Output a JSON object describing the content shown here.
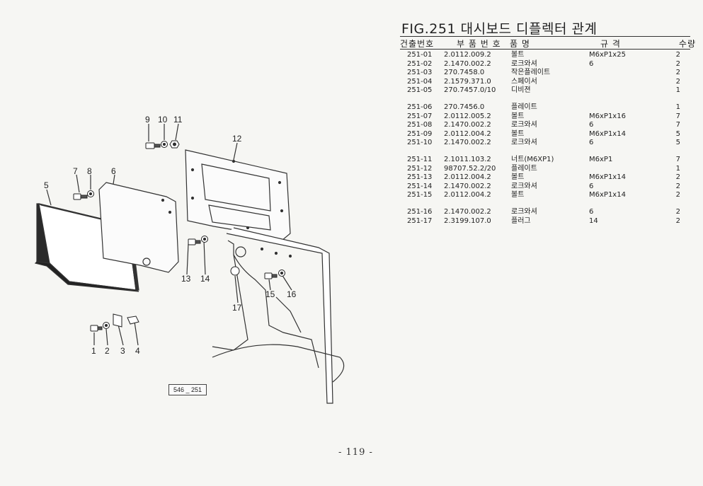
{
  "figure": {
    "title": "FIG.251 대시보드 디플렉터 관계",
    "drawing_code": "546 _ 251",
    "page_number": "- 119 -"
  },
  "table": {
    "headers": {
      "no": "건출번호",
      "part_no": "부 품 번 호",
      "name": "품      명",
      "spec": "규      격",
      "qty": "수량"
    },
    "groups": [
      [
        {
          "no": "251-01",
          "part_no": "2.0112.009.2",
          "name": "볼트",
          "spec": "M6xP1x25",
          "qty": "2"
        },
        {
          "no": "251-02",
          "part_no": "2.1470.002.2",
          "name": "로크와셔",
          "spec": "6",
          "qty": "2"
        },
        {
          "no": "251-03",
          "part_no": "270.7458.0",
          "name": "작은플레이트",
          "spec": "",
          "qty": "2"
        },
        {
          "no": "251-04",
          "part_no": "2.1579.371.0",
          "name": "스페이서",
          "spec": "",
          "qty": "2"
        },
        {
          "no": "251-05",
          "part_no": "270.7457.0/10",
          "name": "디비젼",
          "spec": "",
          "qty": "1"
        }
      ],
      [
        {
          "no": "251-06",
          "part_no": "270.7456.0",
          "name": "플레이트",
          "spec": "",
          "qty": "1"
        },
        {
          "no": "251-07",
          "part_no": "2.0112.005.2",
          "name": "볼트",
          "spec": "M6xP1x16",
          "qty": "7"
        },
        {
          "no": "251-08",
          "part_no": "2.1470.002.2",
          "name": "로크와셔",
          "spec": "6",
          "qty": "7"
        },
        {
          "no": "251-09",
          "part_no": "2.0112.004.2",
          "name": "볼트",
          "spec": "M6xP1x14",
          "qty": "5"
        },
        {
          "no": "251-10",
          "part_no": "2.1470.002.2",
          "name": "로크와셔",
          "spec": "6",
          "qty": "5"
        }
      ],
      [
        {
          "no": "251-11",
          "part_no": "2.1011.103.2",
          "name": "너트(M6XP1)",
          "spec": "M6xP1",
          "qty": "7"
        },
        {
          "no": "251-12",
          "part_no": "98707.52.2/20",
          "name": "플레이트",
          "spec": "",
          "qty": "1"
        },
        {
          "no": "251-13",
          "part_no": "2.0112.004.2",
          "name": "볼트",
          "spec": "M6xP1x14",
          "qty": "2"
        },
        {
          "no": "251-14",
          "part_no": "2.1470.002.2",
          "name": "로크와셔",
          "spec": "6",
          "qty": "2"
        },
        {
          "no": "251-15",
          "part_no": "2.0112.004.2",
          "name": "볼트",
          "spec": "M6xP1x14",
          "qty": "2"
        }
      ],
      [
        {
          "no": "251-16",
          "part_no": "2.1470.002.2",
          "name": "로크와셔",
          "spec": "6",
          "qty": "2"
        },
        {
          "no": "251-17",
          "part_no": "2.3199.107.0",
          "name": "플러그",
          "spec": "14",
          "qty": "2"
        }
      ]
    ]
  },
  "callouts": [
    "1",
    "2",
    "3",
    "4",
    "5",
    "6",
    "7",
    "8",
    "9",
    "10",
    "11",
    "12",
    "13",
    "14",
    "15",
    "16",
    "17"
  ]
}
